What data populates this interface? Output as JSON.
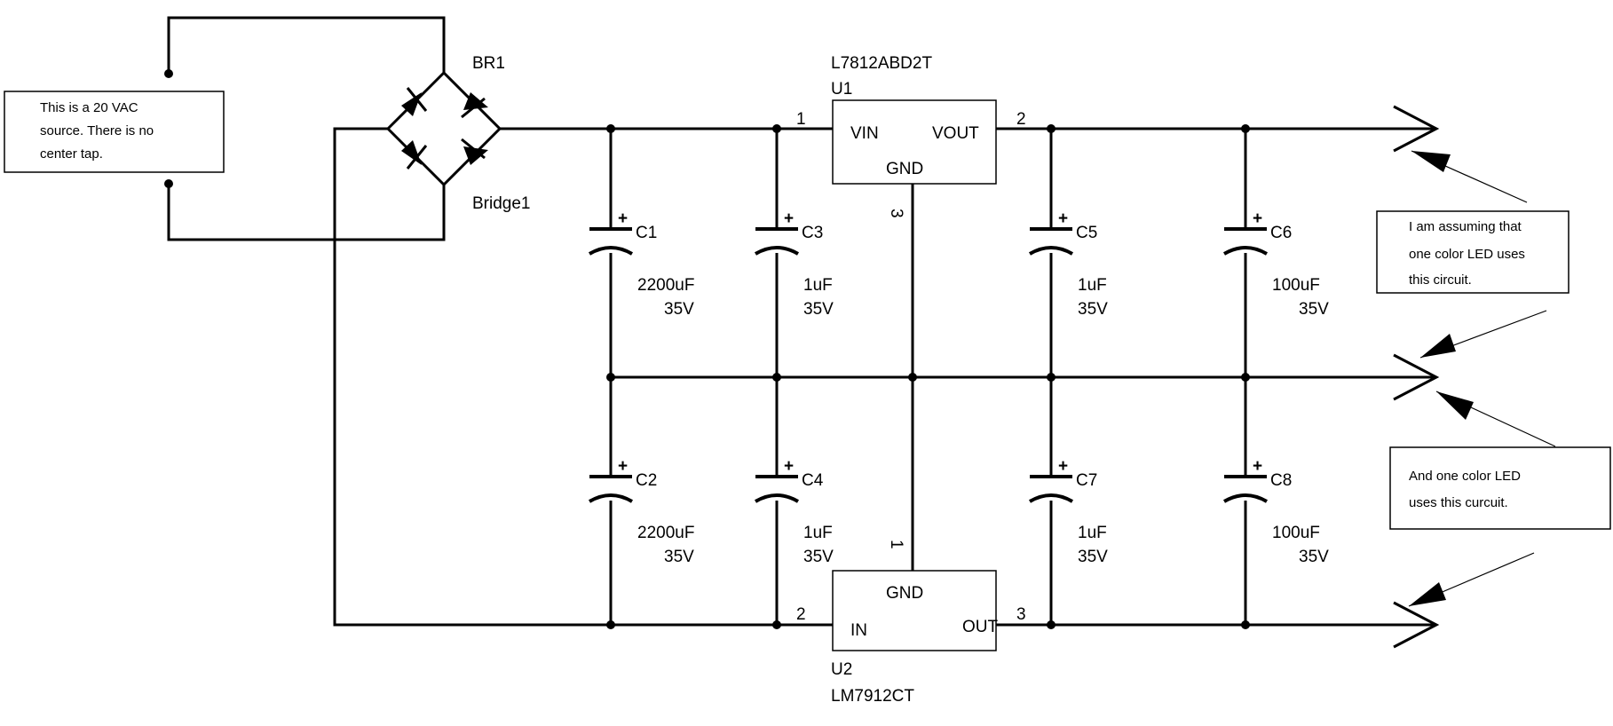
{
  "source_note": {
    "lines": [
      "This is a 20 VAC",
      "source.  There is no",
      "center tap."
    ]
  },
  "bridge": {
    "ref": "BR1",
    "name": "Bridge1"
  },
  "u1": {
    "part": "L7812ABD2T",
    "ref": "U1",
    "vin": "VIN",
    "vout": "VOUT",
    "gnd": "GND",
    "pin_in": "1",
    "pin_out": "2",
    "pin_gnd": "3"
  },
  "u2": {
    "part": "LM7912CT",
    "ref": "U2",
    "in": "IN",
    "out": "OUT",
    "gnd": "GND",
    "pin_in": "2",
    "pin_out": "3",
    "pin_gnd": "1"
  },
  "capacitors": [
    {
      "ref": "C1",
      "value": "2200uF",
      "voltage": "35V"
    },
    {
      "ref": "C3",
      "value": "1uF",
      "voltage": "35V"
    },
    {
      "ref": "C5",
      "value": "1uF",
      "voltage": "35V"
    },
    {
      "ref": "C6",
      "value": "100uF",
      "voltage": "35V"
    },
    {
      "ref": "C2",
      "value": "2200uF",
      "voltage": "35V"
    },
    {
      "ref": "C4",
      "value": "1uF",
      "voltage": "35V"
    },
    {
      "ref": "C7",
      "value": "1uF",
      "voltage": "35V"
    },
    {
      "ref": "C8",
      "value": "100uF",
      "voltage": "35V"
    }
  ],
  "plus_sign": "+",
  "note_top": {
    "lines": [
      "I am assuming that",
      "one color LED uses",
      "this circuit."
    ]
  },
  "note_bottom": {
    "lines": [
      "And one color LED",
      "uses this curcuit."
    ]
  }
}
